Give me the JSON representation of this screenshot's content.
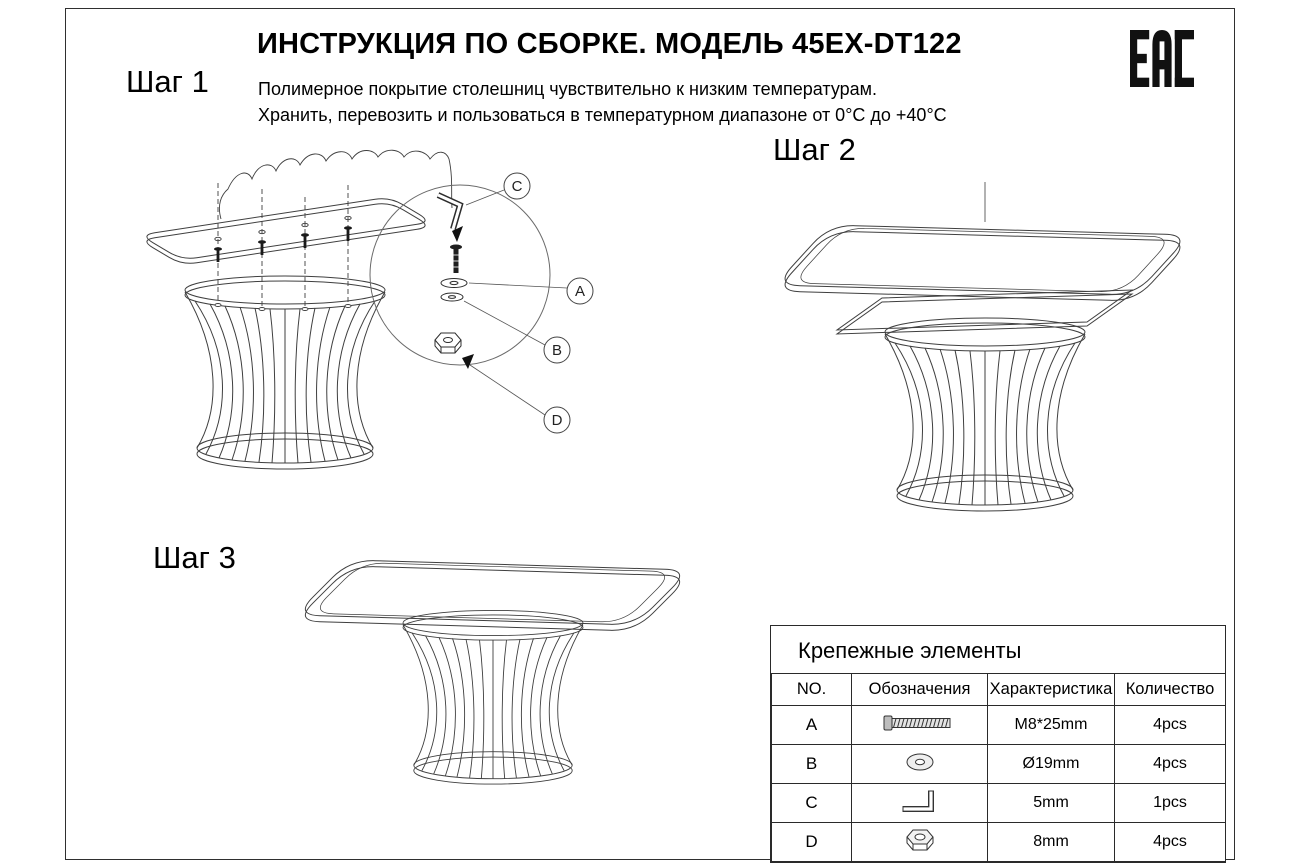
{
  "document": {
    "title": "ИНСТРУКЦИЯ ПО СБОРКЕ. МОДЕЛЬ 45EX-DT122",
    "warning_line1": "Полимерное покрытие столешниц чувствительно к низким температурам.",
    "warning_line2": "Хранить, перевозить и пользоваться в температурном диапазоне от 0°С до +40°С",
    "certification_mark": "EAC"
  },
  "steps": [
    {
      "label": "Шаг 1"
    },
    {
      "label": "Шаг 2"
    },
    {
      "label": "Шаг 3"
    }
  ],
  "callouts": {
    "a": "A",
    "b": "B",
    "c": "C",
    "d": "D"
  },
  "hardware_table": {
    "title": "Крепежные элементы",
    "headers": {
      "no": "NO.",
      "designation": "Обозначения",
      "spec": "Характеристика",
      "qty": "Количество"
    },
    "rows": [
      {
        "no": "A",
        "icon": "bolt-icon",
        "spec": "M8*25mm",
        "qty": "4pcs"
      },
      {
        "no": "B",
        "icon": "washer-icon",
        "spec": "Ø19mm",
        "qty": "4pcs"
      },
      {
        "no": "C",
        "icon": "hex-key-icon",
        "spec": "5mm",
        "qty": "1pcs"
      },
      {
        "no": "D",
        "icon": "nut-icon",
        "spec": "8mm",
        "qty": "4pcs"
      }
    ]
  }
}
